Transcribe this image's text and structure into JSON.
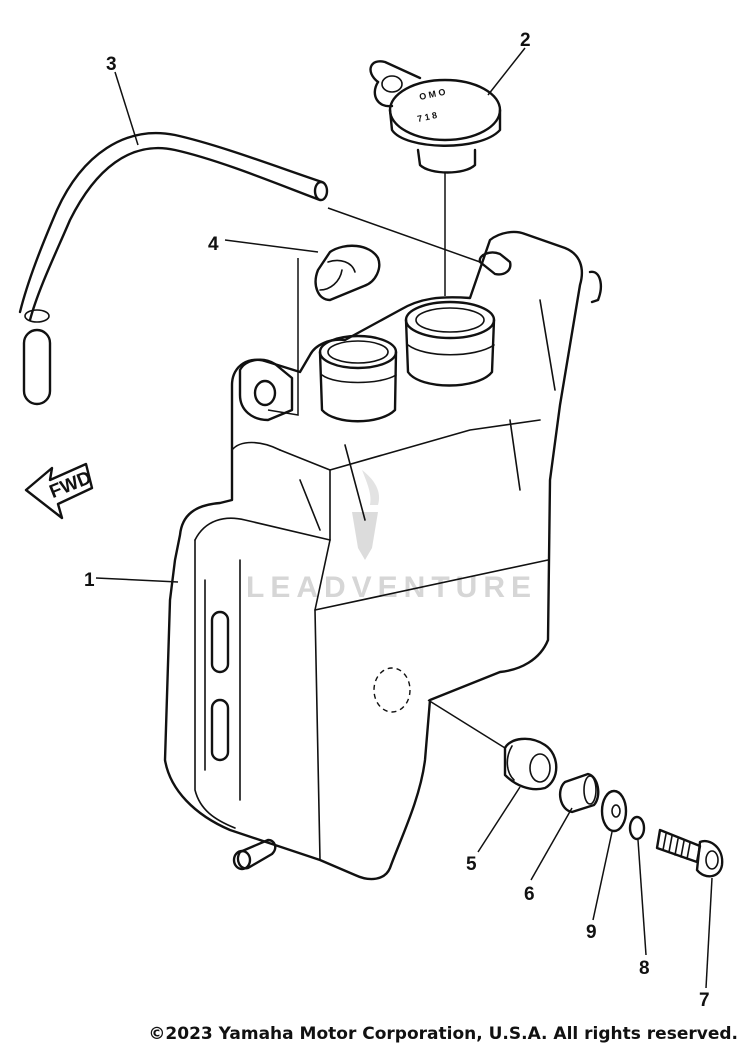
{
  "callouts": {
    "p1": "1",
    "p2": "2",
    "p3": "3",
    "p4": "4",
    "p5": "5",
    "p6": "6",
    "p7": "7",
    "p8": "8",
    "p9": "9"
  },
  "fwd_label": "FWD",
  "watermark_text": "LEADVENTURE",
  "copyright": "©2023 Yamaha Motor Corporation, U.S.A. All rights reserved.",
  "colors": {
    "ink": "#111111",
    "watermark": "#d6d6d6",
    "background": "#ffffff"
  }
}
